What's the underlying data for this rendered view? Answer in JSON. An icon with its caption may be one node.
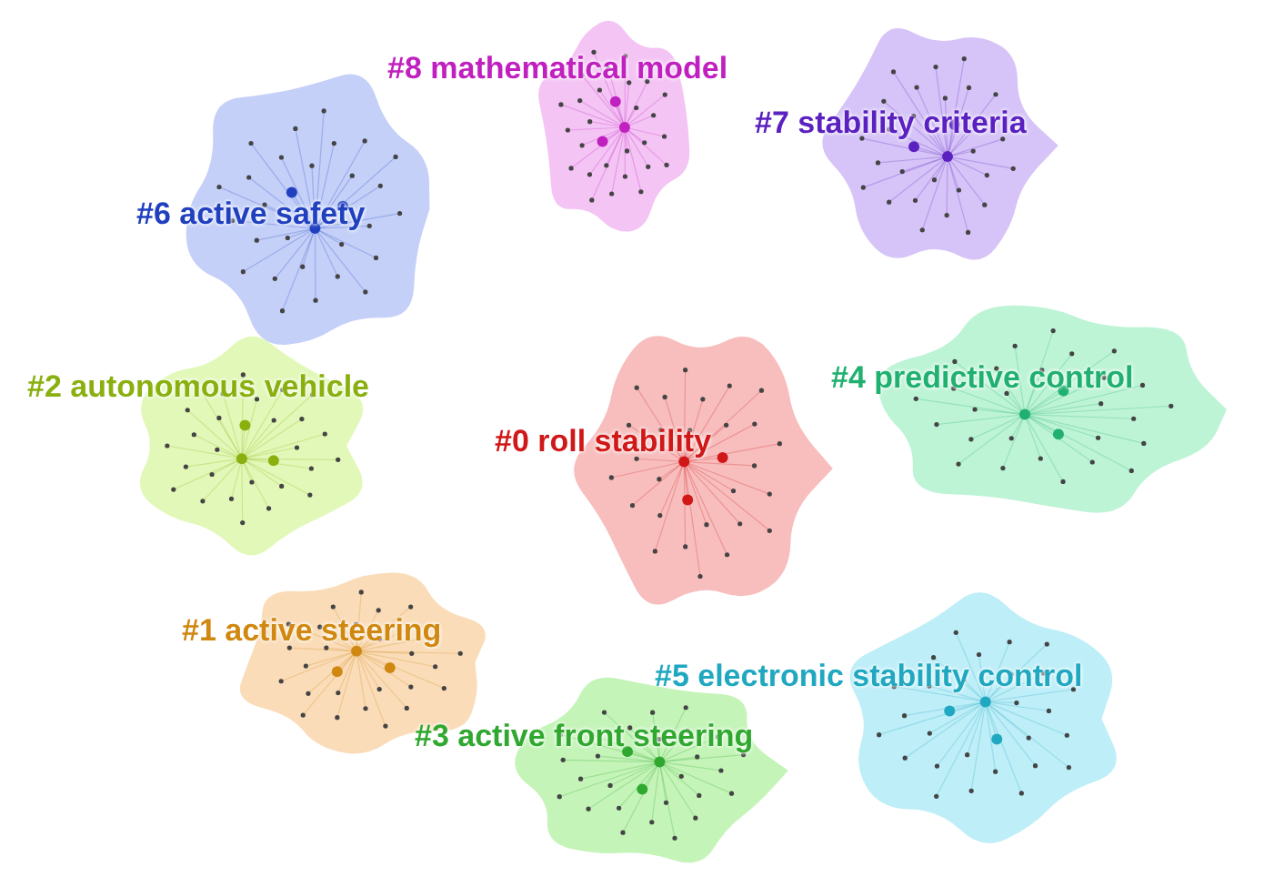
{
  "diagram": {
    "nodes": [
      {
        "text": [
          "#8 mathematical model"
        ]
      },
      {
        "text": [
          "#7 stability criteria"
        ]
      },
      {
        "text": [
          "#6 active safety"
        ]
      },
      {
        "text": [
          "#2 autonomous vehicle"
        ]
      },
      {
        "text": [
          "#4 predictive control"
        ]
      },
      {
        "text": [
          "#0 roll stability"
        ]
      },
      {
        "text": [
          "#1 active steering"
        ]
      },
      {
        "text": [
          "#5 electronic stability control"
        ]
      },
      {
        "text": [
          "#3 active front steering"
        ]
      }
    ]
  }
}
